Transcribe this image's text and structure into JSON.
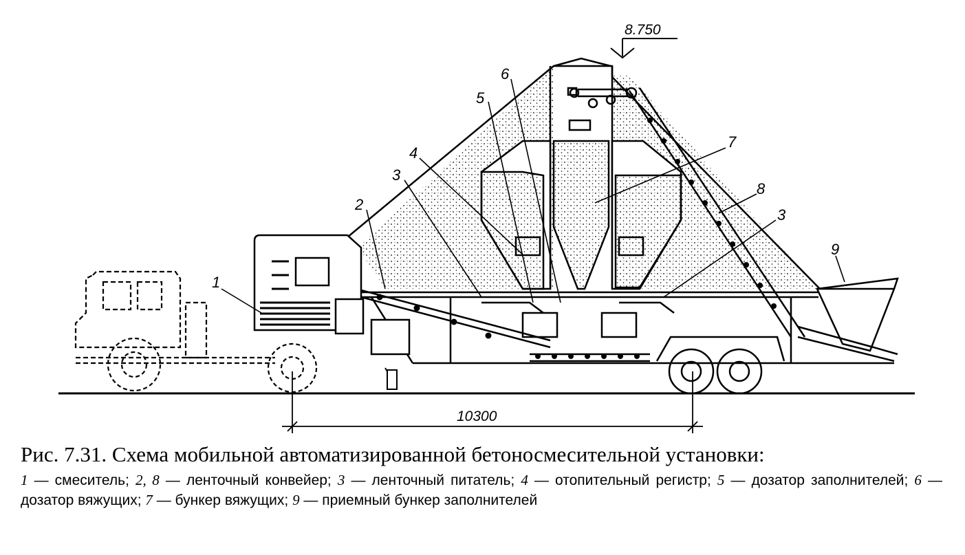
{
  "figure": {
    "dimensions": {
      "height_mark": "8.750",
      "wheelbase": "10300"
    },
    "callouts": [
      "1",
      "2",
      "3",
      "4",
      "5",
      "6",
      "7",
      "8",
      "3",
      "9"
    ]
  },
  "caption": {
    "title": "Рис.  7.31. Схема мобильной автоматизированной бетоносмесительной установки:",
    "legend": [
      {
        "num": "1",
        "text": " — смеситель; "
      },
      {
        "num": "2,  8",
        "text": " — ленточный конвейер; "
      },
      {
        "num": "3",
        "text": " — ленточный питатель; "
      },
      {
        "num": "4",
        "text": " — отопительный регистр; "
      },
      {
        "num": "5",
        "text": " — дозатор заполнителей; "
      },
      {
        "num": "6",
        "text": " — дозатор вяжущих; "
      },
      {
        "num": "7",
        "text": " — бункер вяжущих; "
      },
      {
        "num": "9",
        "text": " — приемный бункер заполнителей"
      }
    ]
  },
  "colors": {
    "ink": "#000000",
    "paper": "#ffffff"
  }
}
